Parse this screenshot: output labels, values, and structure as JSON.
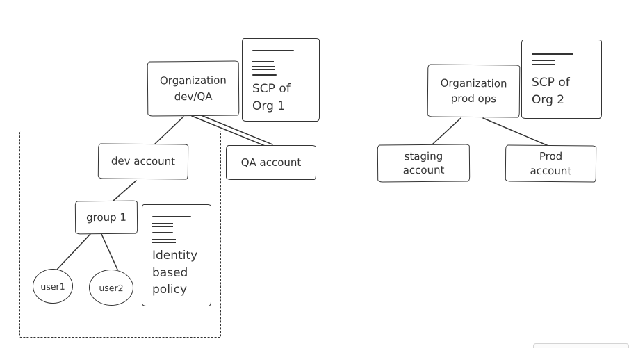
{
  "colors": {
    "stroke": "#343434",
    "background": "#ffffff",
    "scrollbar_edge": "#d4d4d4"
  },
  "left_org": {
    "org_box": {
      "line1": "Organization",
      "line2": "dev/QA"
    },
    "scp_doc": {
      "line1": "SCP of",
      "line2": "Org 1"
    },
    "dev_account": {
      "label": "dev account"
    },
    "qa_account": {
      "label": "QA account"
    },
    "group": {
      "label": "group 1"
    },
    "user1": {
      "label": "user1"
    },
    "user2": {
      "label": "user2"
    },
    "policy_doc": {
      "line1": "Identity",
      "line2": "based",
      "line3": "policy"
    }
  },
  "right_org": {
    "org_box": {
      "line1": "Organization",
      "line2": "prod ops"
    },
    "scp_doc": {
      "line1": "SCP of",
      "line2": "Org 2"
    },
    "staging_account": {
      "line1": "staging",
      "line2": "account"
    },
    "prod_account": {
      "line1": "Prod",
      "line2": "account"
    }
  }
}
